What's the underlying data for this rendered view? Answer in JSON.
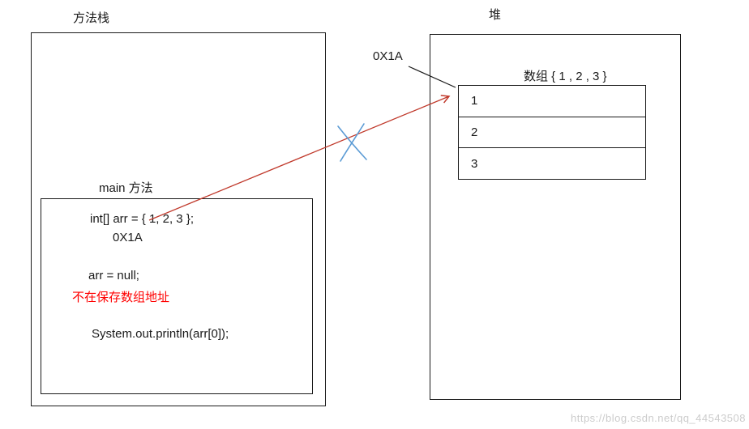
{
  "stack": {
    "title": "方法栈",
    "frame_title": "main 方法",
    "code": {
      "line1": "int[] arr = { 1, 2, 3 };",
      "address": "0X1A",
      "line2": "arr = null;",
      "red_note": "不在保存数组地址",
      "line3": "System.out.println(arr[0]);"
    }
  },
  "heap": {
    "title": "堆",
    "address_label": "0X1A",
    "array_title": "数组 { 1 , 2 , 3 }",
    "cells": [
      "1",
      "2",
      "3"
    ]
  },
  "watermark": "https://blog.csdn.net/qq_44543508",
  "colors": {
    "box_border": "#1a1a1a",
    "reference_arrow": "#c0392b",
    "null_cross": "#5b9bd5",
    "red_text": "#ff0000",
    "watermark": "#cccccc"
  }
}
